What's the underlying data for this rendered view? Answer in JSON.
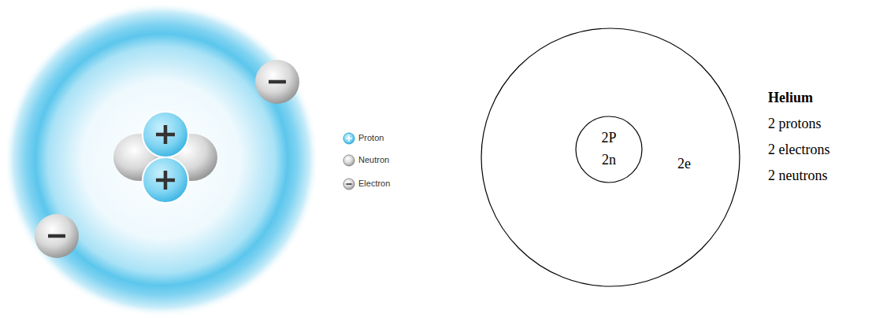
{
  "diagram": {
    "nodes": [
      {
        "text": [
          "2e"
        ]
      },
      {
        "text": [
          "2P",
          "2n"
        ],
        "in": 0
      }
    ],
    "labels": [
      "Helium",
      "2 protons",
      "2 electrons",
      "2 neutrons"
    ],
    "legend": [
      {
        "text": "Proton"
      },
      {
        "text": "Neutron"
      },
      {
        "text": "Electron"
      }
    ]
  }
}
